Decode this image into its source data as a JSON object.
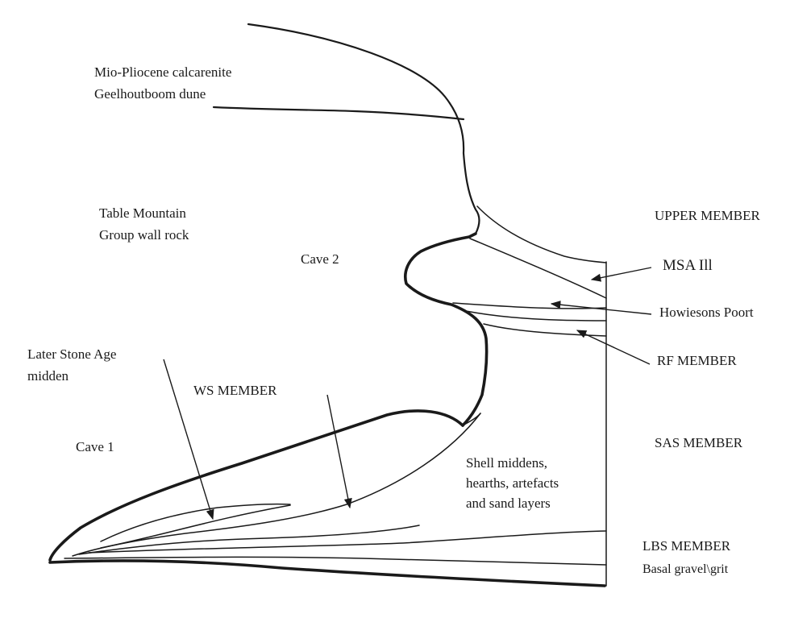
{
  "labels": {
    "calcarenite": "Mio-Pliocene calcarenite",
    "dune": "Geelhoutboom dune",
    "table_mountain_1": "Table Mountain",
    "table_mountain_2": "Group wall rock",
    "cave2": "Cave 2",
    "lsa_1": "Later Stone Age",
    "lsa_2": "midden",
    "ws_member": "WS MEMBER",
    "cave1": "Cave 1",
    "upper_member": "UPPER MEMBER",
    "msa3": "MSA Ill",
    "howiesons_poort": "Howiesons Poort",
    "rf_member": "RF MEMBER",
    "sas_member": "SAS MEMBER",
    "shell_1": "Shell middens,",
    "shell_2": "hearths, artefacts",
    "shell_3": "and sand layers",
    "lbs_member": "LBS MEMBER",
    "basal": "Basal gravel\\grit"
  }
}
